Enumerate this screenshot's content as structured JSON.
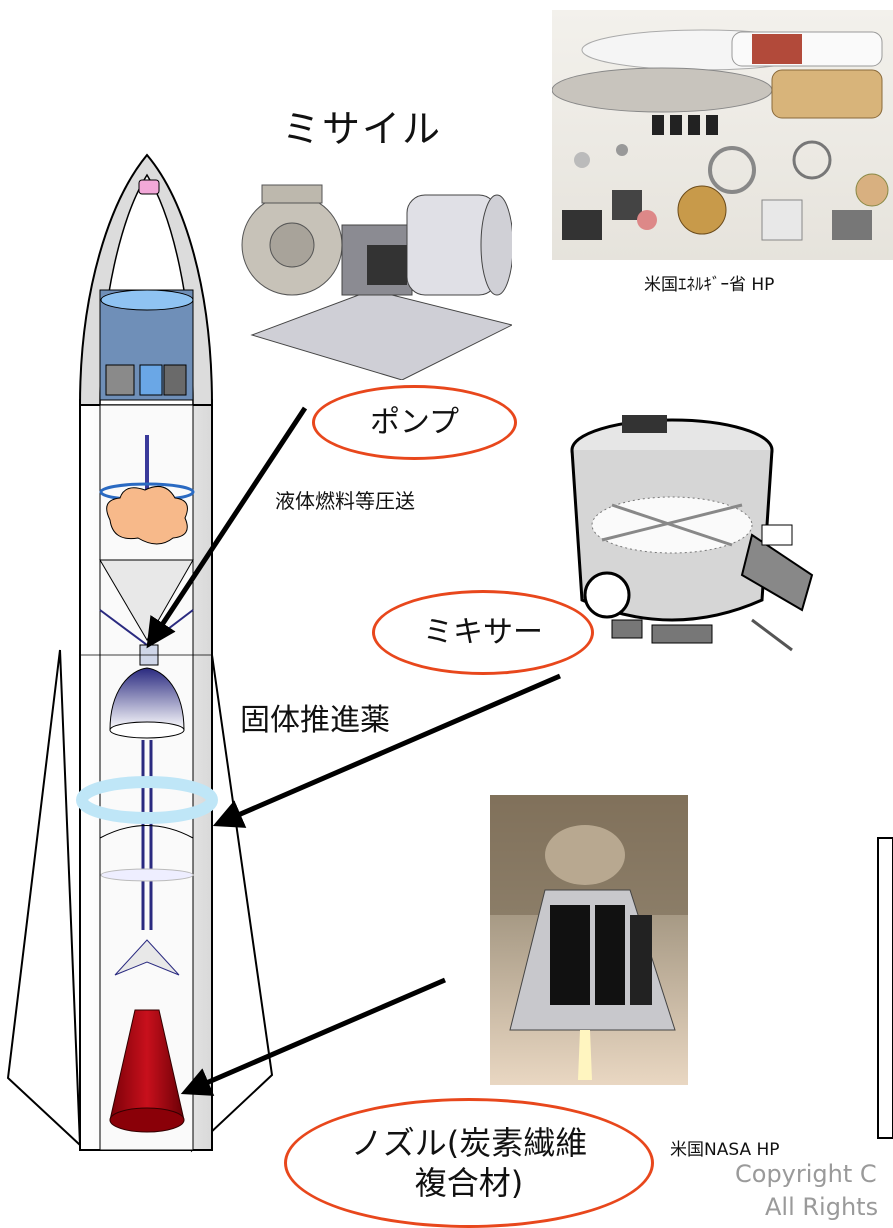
{
  "title": "ミサイル",
  "captions": {
    "doe": "米国ｴﾈﾙｷﾞｰ省 HP",
    "nasa": "米国NASA HP"
  },
  "labels": {
    "pump": "ポンプ",
    "liquid_fuel": "液体燃料等圧送",
    "mixer": "ミキサー",
    "solid_propellant": "固体推進薬",
    "nozzle_line1": "ノズル(炭素繊維",
    "nozzle_line2": "複合材)"
  },
  "copyright": {
    "line1": "Copyright C",
    "line2": "All Rights"
  },
  "colors": {
    "oval_border": "#e8471c",
    "arrow": "#000000",
    "rocket_body": "#f2f2f2",
    "nozzle_red": "#b3000d",
    "tank_blue": "#7fb2e8"
  },
  "icons": {
    "rocket": "rocket-cutaway-illustration",
    "pump": "pump-machine-illustration",
    "mixer": "mixer-tank-illustration",
    "components_photo": "weapon-components-photo",
    "engine_photo": "rocket-engine-photo"
  }
}
